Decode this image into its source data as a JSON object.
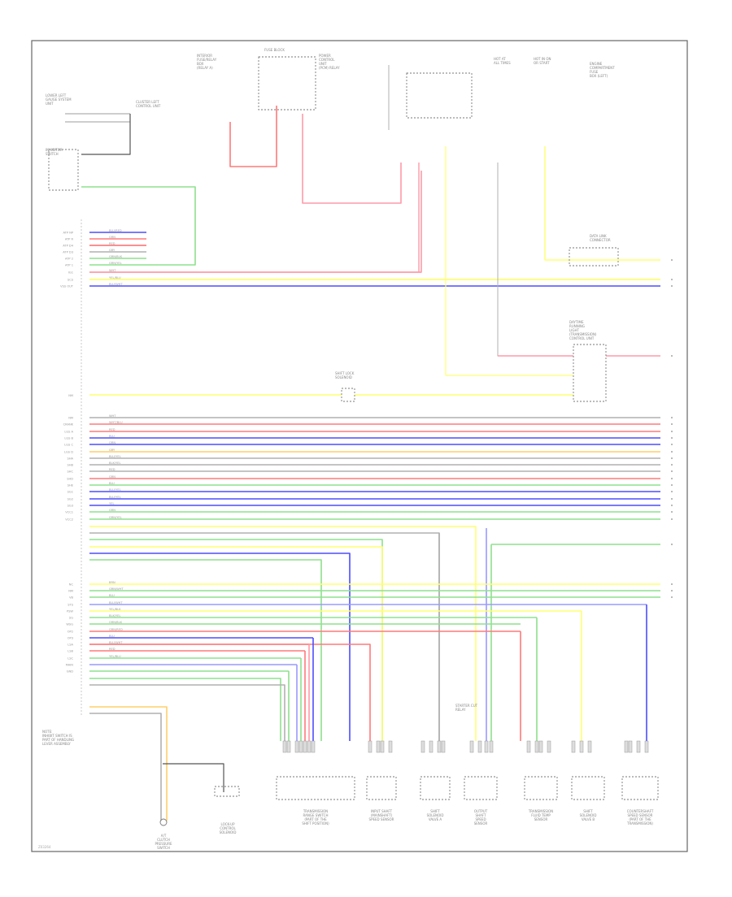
{
  "diagram": {
    "code": "Z03264",
    "note_lines": [
      "NOTE:",
      "INHIBIT SWITCH IS",
      "PART OF HANDLING",
      "LEVER ASSEMBLY"
    ]
  },
  "components": {
    "top": [
      {
        "id": "lower-left-gauge",
        "lines": [
          "LOWER LEFT",
          "GAUGE SYSTEM",
          "UNIT"
        ]
      },
      {
        "id": "cluster-gauge",
        "lines": [
          "CLUSTER LEFT",
          "CONTROL UNIT"
        ]
      },
      {
        "id": "inhibitor",
        "lines": [
          "INHIBITOR",
          "SWITCH"
        ]
      },
      {
        "id": "interior-fuse",
        "lines": [
          "INTERIOR",
          "FUSE/RELAY",
          "BOX",
          "(RELAY A)"
        ]
      },
      {
        "id": "fuse-block",
        "lines": [
          "FUSE BLOCK"
        ]
      },
      {
        "id": "power-control",
        "lines": [
          "POWER",
          "CONTROL",
          "UNIT",
          "(PCM) RELAY"
        ]
      },
      {
        "id": "hot-at-all",
        "lines": [
          "HOT AT",
          "ALL TIMES"
        ]
      },
      {
        "id": "hot-in-on",
        "lines": [
          "HOT IN ON",
          "OR START"
        ]
      },
      {
        "id": "engine-compartment",
        "lines": [
          "ENGINE",
          "COMPARTMENT",
          "FUSE",
          "BOX (LEFT)"
        ]
      }
    ],
    "mid": [
      {
        "id": "data-link",
        "lines": [
          "DATA LINK",
          "CONNECTOR"
        ]
      },
      {
        "id": "shift-lock",
        "lines": [
          "SHIFT LOCK",
          "SOLENOID"
        ]
      },
      {
        "id": "daytime-running",
        "lines": [
          "DAYTIME",
          "RUNNING",
          "LIGHT",
          "(TRANSMISSION)",
          "CONTROL UNIT"
        ]
      },
      {
        "id": "starter-cut",
        "lines": [
          "STARTER CUT",
          "RELAY"
        ]
      }
    ],
    "bottom": [
      {
        "id": "clutch-solenoid",
        "lines": [
          "A/T",
          "CLUTCH",
          "PRESSURE",
          "SWITCH"
        ]
      },
      {
        "id": "lockup-solenoid",
        "lines": [
          "LOCK-UP",
          "CONTROL",
          "SOLENOID"
        ]
      },
      {
        "id": "trans-range",
        "lines": [
          "TRANSMISSION",
          "RANGE SWITCH",
          "(PART OF THE",
          "SHIFT POSITION)"
        ]
      },
      {
        "id": "input-shaft",
        "lines": [
          "INPUT SHAFT",
          "(MAINSHAFT)",
          "SPEED SENSOR"
        ]
      },
      {
        "id": "shift-solenoid-a",
        "lines": [
          "SHIFT",
          "SOLENOID",
          "VALVE A"
        ]
      },
      {
        "id": "output-shaft",
        "lines": [
          "OUTPUT",
          "SHAFT",
          "SPEED",
          "SENSOR"
        ]
      },
      {
        "id": "trans-fluid-temp",
        "lines": [
          "TRANSMISSION",
          "FLUID TEMP",
          "SENSOR"
        ]
      },
      {
        "id": "shift-solenoid-b",
        "lines": [
          "SHIFT",
          "SOLENOID",
          "VALVE B"
        ]
      },
      {
        "id": "countershaft-speed",
        "lines": [
          "COUNTERSHAFT",
          "SPEED SENSOR",
          "(PART OF THE",
          "TRANSMISSION)"
        ]
      }
    ]
  },
  "pcm_pins": {
    "group1": [
      "ATP NP",
      "ATP R",
      "ATP D4",
      "ATP D3",
      "ATP 2",
      "ATP 1",
      "IG1",
      "SCS",
      "VSS OUT"
    ],
    "group2": [
      "NM",
      "CRANK",
      "LGS A",
      "LGS B",
      "LGS C",
      "LGS D",
      "SHA",
      "SHB",
      "SHC",
      "SHD",
      "SHE",
      "SG1",
      "SG2",
      "SG3",
      "VCC1",
      "VCC2"
    ],
    "group3": [
      "NC",
      "NM",
      "VB",
      "STS",
      "PSW",
      "SG",
      "WSG",
      "OP2",
      "OP3",
      "LSA",
      "LSB",
      "LSC",
      "MAIN",
      "GND"
    ]
  },
  "wire_labels": {
    "group1": [
      "BLU/RED",
      "GRN",
      "RED",
      "GRY",
      "GRN/BLK",
      "GRN/YEL",
      "WHT",
      "YEL/BLU",
      "BLU/WHT"
    ],
    "group2": [
      "WHT",
      "WHT/BLU",
      "RED",
      "BLU",
      "ORN",
      "GRY",
      "BLU/YEL",
      "BLK/YEL",
      "RED",
      "GRN",
      "BLU",
      "BLU/YEL",
      "BLU/YEL",
      "YEL",
      "GRN",
      "GRN/YEL"
    ],
    "group3": [
      "BRN",
      "GRN/WHT",
      "BLU",
      "BLU/WHT",
      "YEL/BLK",
      "BLK/YEL",
      "GRN/BLK",
      "GRN/RED",
      "BLU",
      "BLU/WHT",
      "RED",
      "YEL/BLU"
    ]
  },
  "colors": {
    "red": "#ff7a7a",
    "pink": "#ff9aa8",
    "blue": "#4d4dff",
    "lblue": "#9a9aff",
    "green": "#8ee08e",
    "yellow": "#ffff70",
    "orange": "#ffcf6a",
    "gray": "#b0b0b0",
    "dark": "#555555",
    "frame": "#555555"
  }
}
